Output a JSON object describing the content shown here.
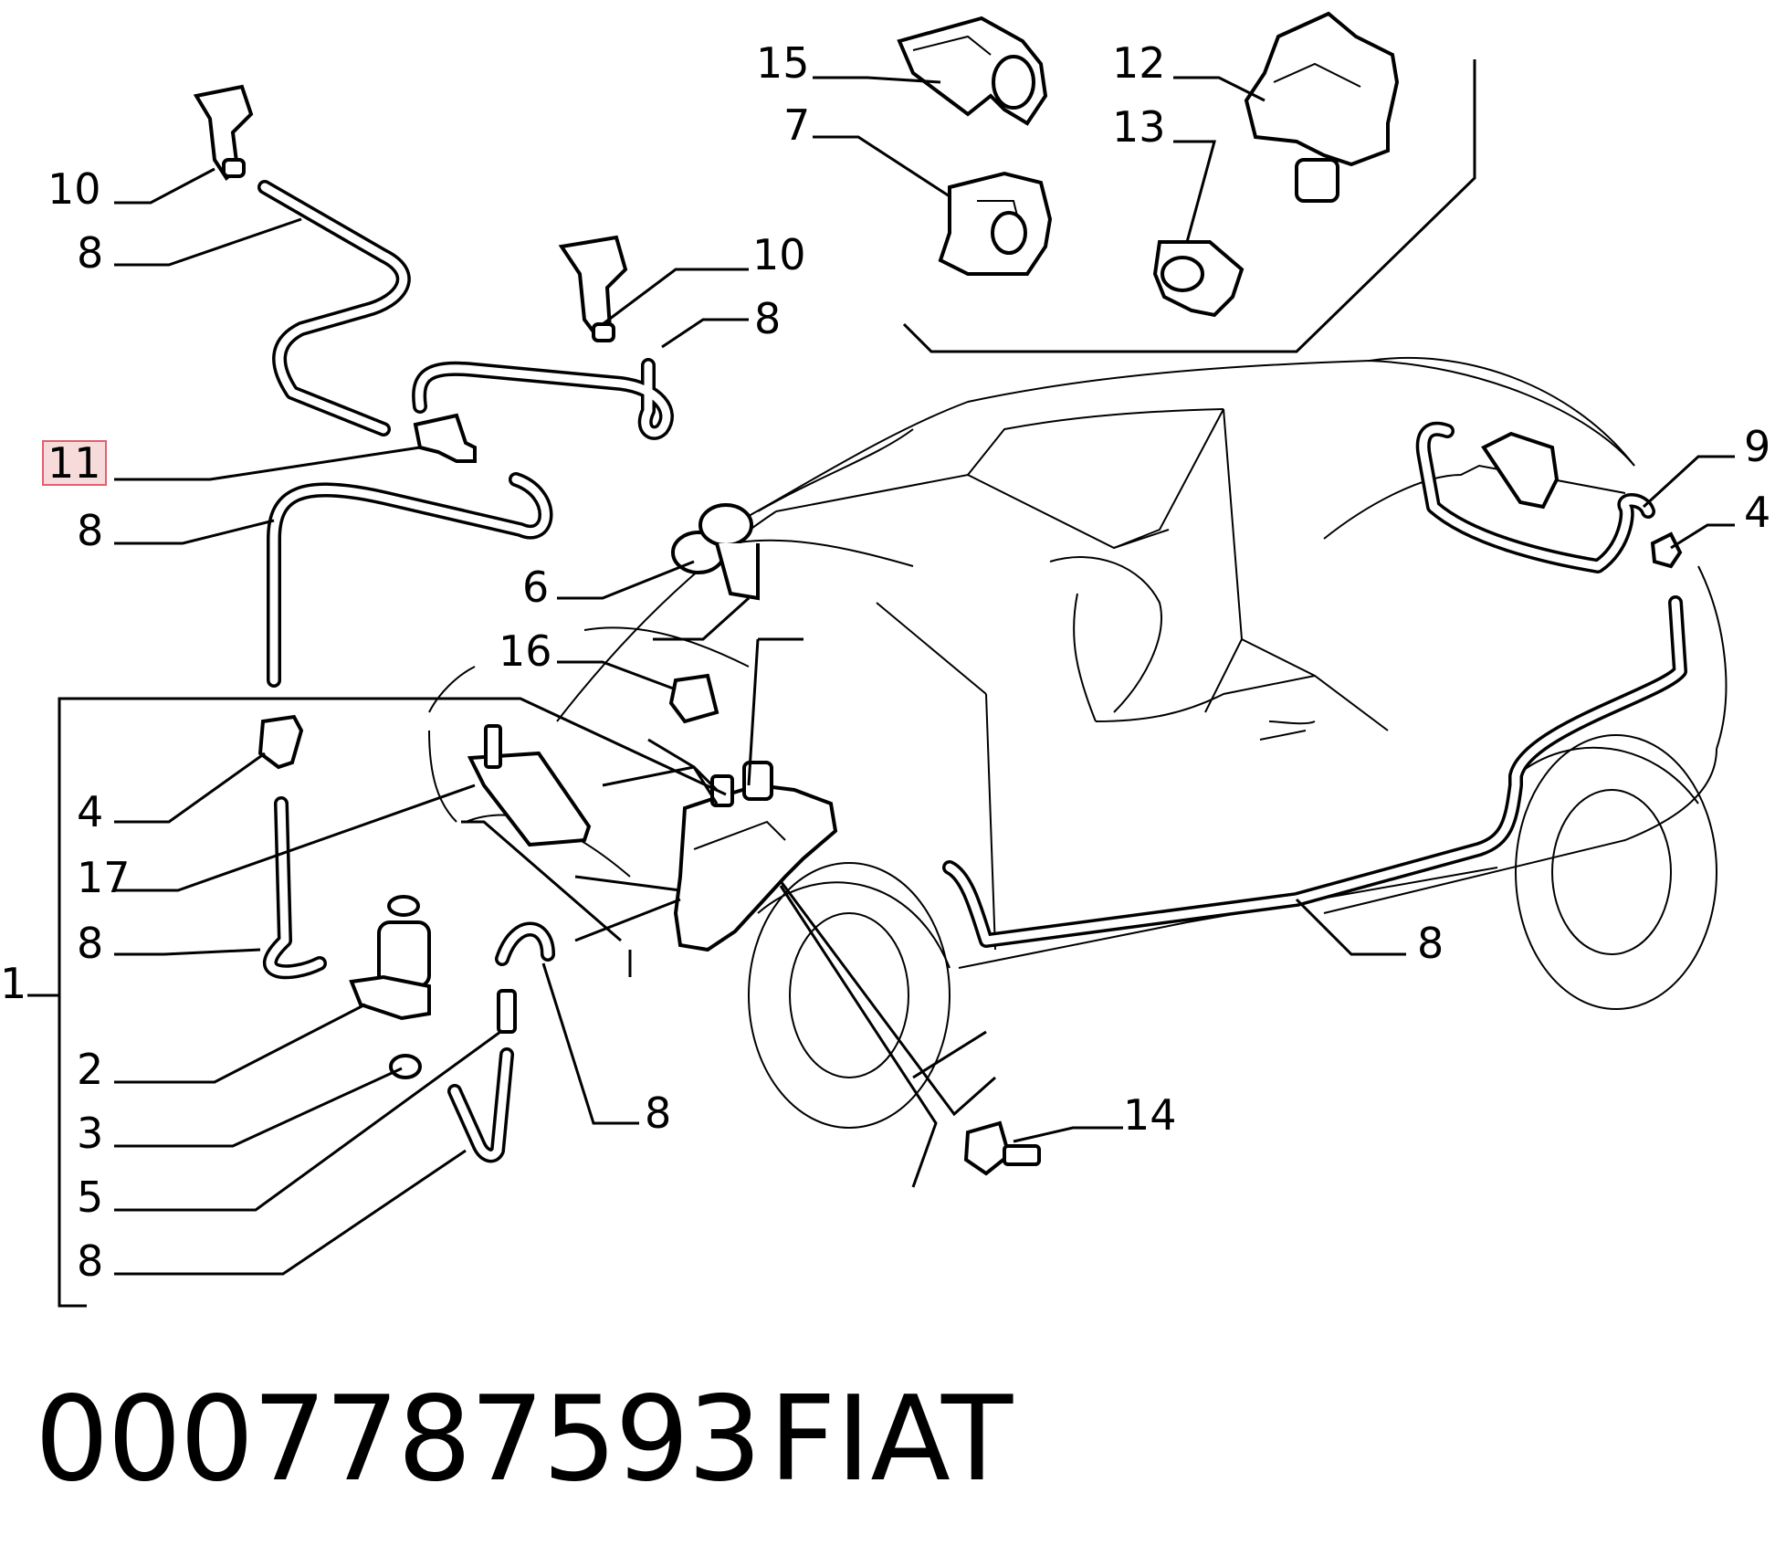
{
  "callouts": {
    "c15": "15",
    "c7": "7",
    "c12": "12",
    "c13": "13",
    "c10a": "10",
    "c8a": "8",
    "c10b": "10",
    "c8b": "8",
    "c11": "11",
    "c8c": "8",
    "c9": "9",
    "c4a": "4",
    "c6": "6",
    "c16": "16",
    "c4b": "4",
    "c17": "17",
    "c8d": "8",
    "c1": "1",
    "c8e": "8",
    "c2": "2",
    "c3": "3",
    "c5": "5",
    "c8f": "8",
    "c8g": "8",
    "c14": "14"
  },
  "footer": {
    "part_number": "0007787593",
    "brand": "FIAT"
  },
  "highlight": {
    "callout": "11",
    "color": "#e06070"
  }
}
